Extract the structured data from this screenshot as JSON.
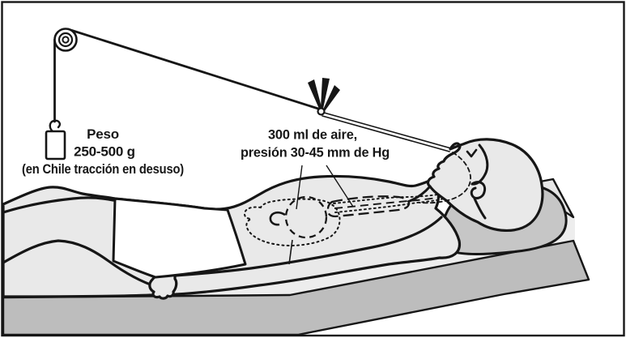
{
  "diagram": {
    "title_none": "",
    "weight_label": {
      "line1": "Peso",
      "line2": "250-500 g",
      "line3": "(en Chile tracción en desuso)"
    },
    "balloon_label": {
      "line1": "300 ml de aire,",
      "line2": "presión 30-45 mm de Hg"
    },
    "parts": [
      "pulley",
      "traction-cord",
      "traction-weight",
      "cord-tube-junction-clamp",
      "nasal-tube",
      "esophageal-balloon",
      "gastric-balloon",
      "stomach-outline",
      "patient-supine",
      "pillow",
      "bed"
    ]
  },
  "colors": {
    "outline": "#161616",
    "skin": "#e9e9e9",
    "shorts": "#ffffff",
    "pillow": "#c6c6c6",
    "bed_side": "#bdbdbd",
    "mattress_top": "#ededed",
    "sheet_corner": "#e6e6e6",
    "background": "#ffffff"
  }
}
